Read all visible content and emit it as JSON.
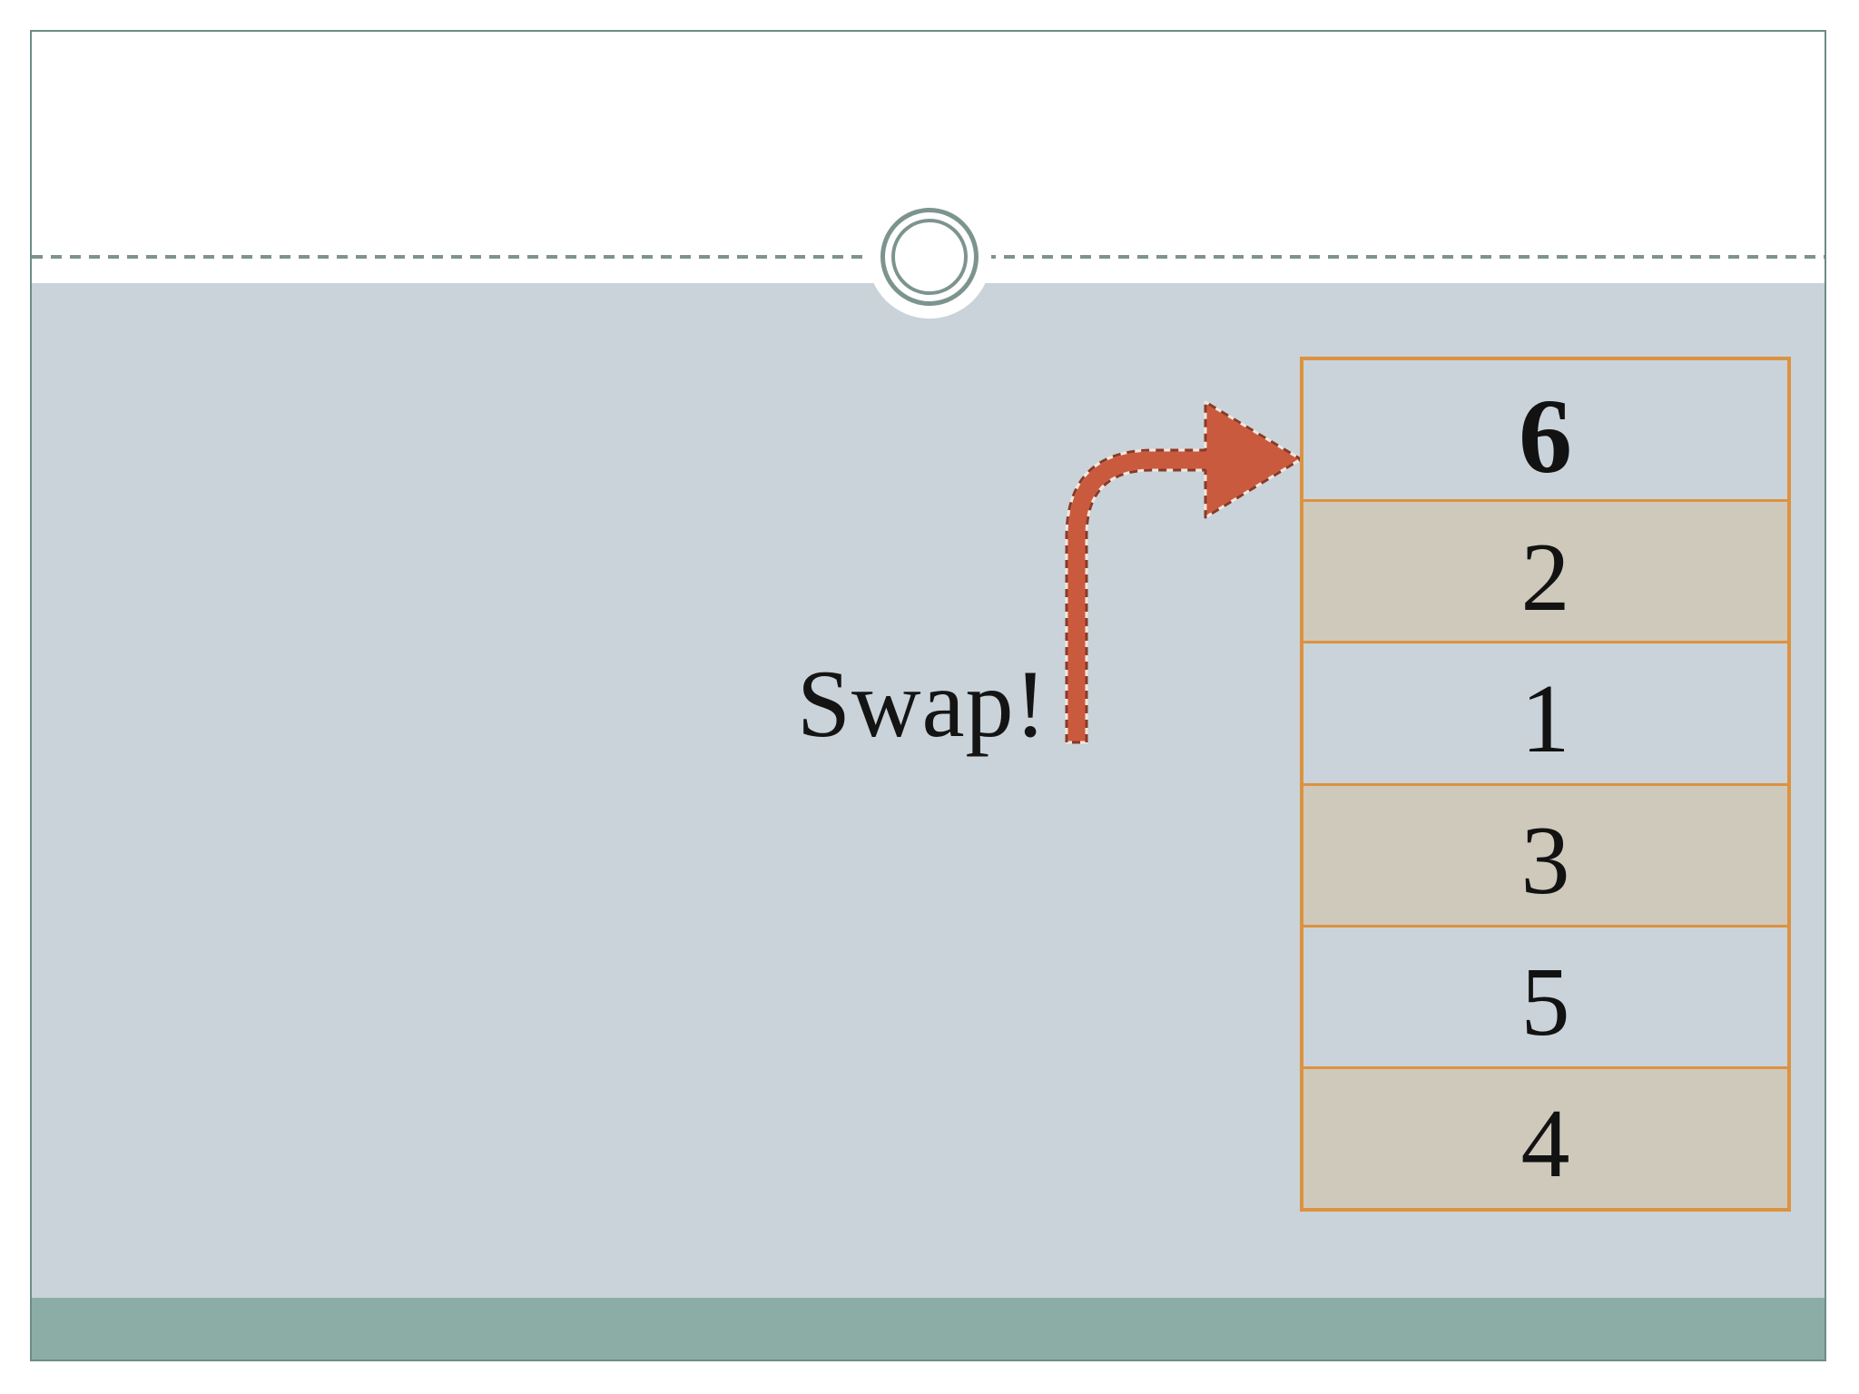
{
  "slide": {
    "annotation": {
      "label": "Swap!"
    },
    "array_table": {
      "rows": [
        {
          "value": "6",
          "emphasis": true,
          "fill": "blue"
        },
        {
          "value": "2",
          "emphasis": false,
          "fill": "tan"
        },
        {
          "value": "1",
          "emphasis": false,
          "fill": "blue"
        },
        {
          "value": "3",
          "emphasis": false,
          "fill": "tan"
        },
        {
          "value": "5",
          "emphasis": false,
          "fill": "blue"
        },
        {
          "value": "4",
          "emphasis": false,
          "fill": "tan"
        }
      ]
    },
    "icons": {
      "ornament": "circle-ornament-icon",
      "arrow": "curved-swap-arrow-icon"
    },
    "colors": {
      "body_background": "#c9d3d9",
      "row_tan": "#cfc9bb",
      "row_blue": "#c9d3d9",
      "table_border": "#dc9240",
      "arrow_fill": "#ca5a3e",
      "arrow_dash": "#8a3a28",
      "footer_bar": "#8bada6",
      "ornament_ring": "#7d948e",
      "slide_border": "#6d8c87",
      "text": "#141414"
    }
  }
}
